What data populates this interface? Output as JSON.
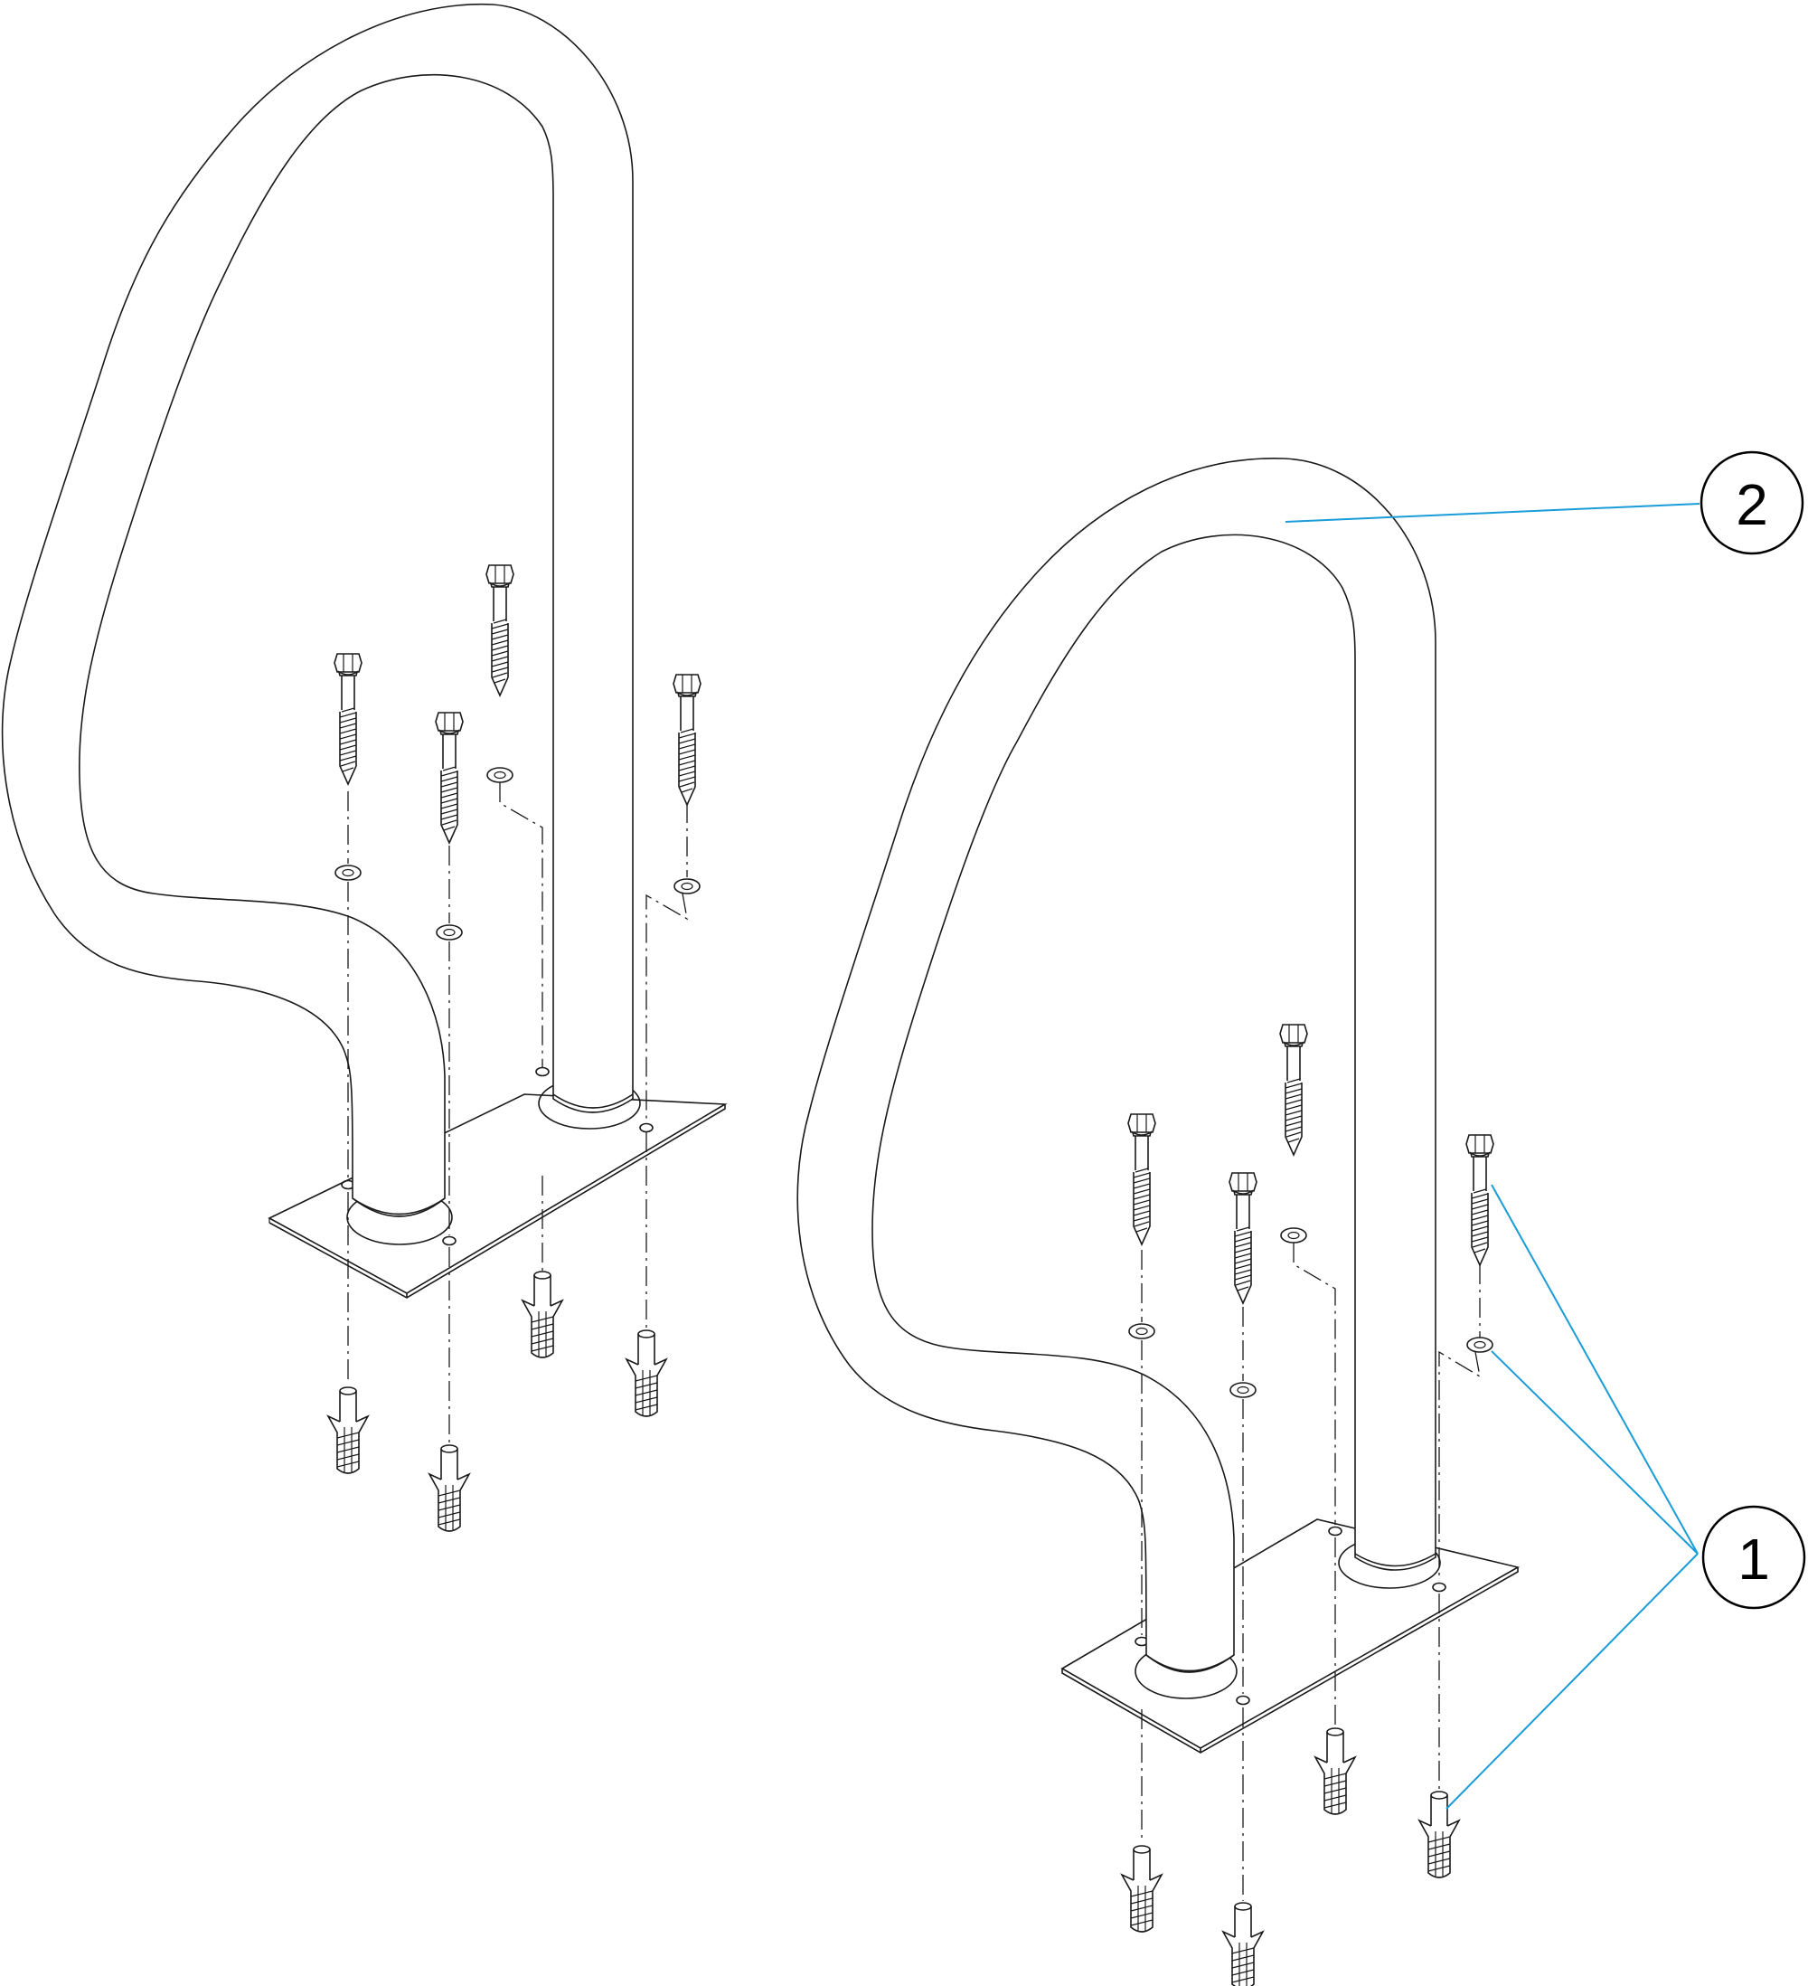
{
  "callouts": [
    {
      "id": "callout-1",
      "label": "1"
    },
    {
      "id": "callout-2",
      "label": "2"
    }
  ],
  "colors": {
    "leader": "#1a9cd8",
    "linework": "#1a1a1a"
  }
}
